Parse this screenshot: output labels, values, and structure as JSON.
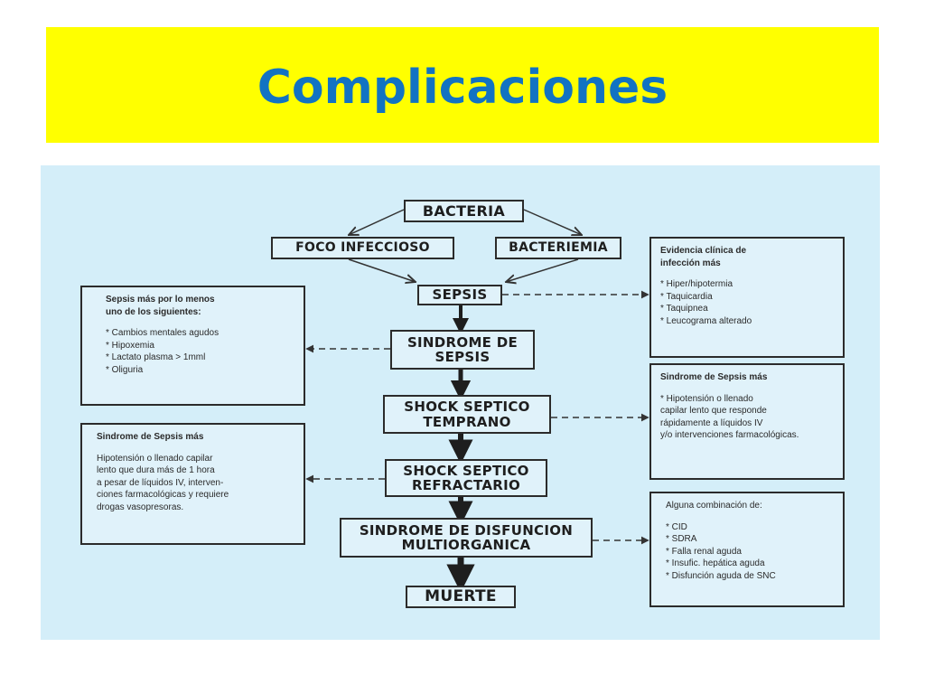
{
  "title": "Complicaciones",
  "flow": {
    "bacteria": "BACTERIA",
    "foco": "FOCO INFECCIOSO",
    "bacteriemia": "BACTERIEMIA",
    "sepsis": "SEPSIS",
    "sindrome_sepsis": [
      "SINDROME DE",
      "SEPSIS"
    ],
    "shock_temprano": [
      "SHOCK SEPTICO",
      "TEMPRANO"
    ],
    "shock_refractario": [
      "SHOCK SEPTICO",
      "REFRACTARIO"
    ],
    "disfuncion": [
      "SINDROME DE DISFUNCION",
      "MULTIORGANICA"
    ],
    "muerte": "MUERTE"
  },
  "notes": {
    "evidencia": {
      "heading": [
        "Evidencia clínica de",
        "infección más"
      ],
      "lines": [
        "* Hiper/hipotermia",
        "* Taquicardia",
        "* Taquipnea",
        "* Leucograma alterado"
      ]
    },
    "sepsis_mas": {
      "heading": [
        "Sepsis más por lo menos",
        "uno de los siguientes:"
      ],
      "lines": [
        "* Cambios mentales agudos",
        "* Hipoxemia",
        "* Lactato plasma > 1mml",
        "* Oliguria"
      ]
    },
    "sindrome_temprano": {
      "heading": [
        "Sindrome de Sepsis más"
      ],
      "lines": [
        "* Hipotensión o llenado",
        "capilar lento que responde",
        "rápidamente a líquidos IV",
        "y/o intervenciones farmacológicas."
      ]
    },
    "sindrome_refractario": {
      "heading": [
        "Sindrome de Sepsis más"
      ],
      "lines": [
        "Hipotensión o llenado capilar",
        "lento que dura más de 1 hora",
        "a pesar de líquidos IV, interven-",
        "ciones farmacológicas y requiere",
        "drogas vasopresoras."
      ]
    },
    "combinacion": {
      "heading": [
        "Alguna combinación de:"
      ],
      "lines": [
        "* CID",
        "* SDRA",
        "* Falla renal aguda",
        "* Insufic. hepática aguda",
        "* Disfunción aguda de SNC"
      ]
    }
  }
}
